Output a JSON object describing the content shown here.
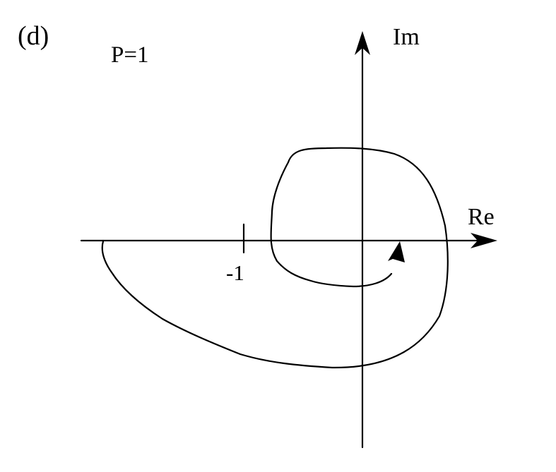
{
  "panel_label": "(d)",
  "parameter_label": "P=1",
  "axes": {
    "real_label": "Re",
    "imag_label": "Im"
  },
  "tick": {
    "label": "-1",
    "value": -1
  },
  "colors": {
    "ink": "#000000",
    "background": "#ffffff"
  }
}
